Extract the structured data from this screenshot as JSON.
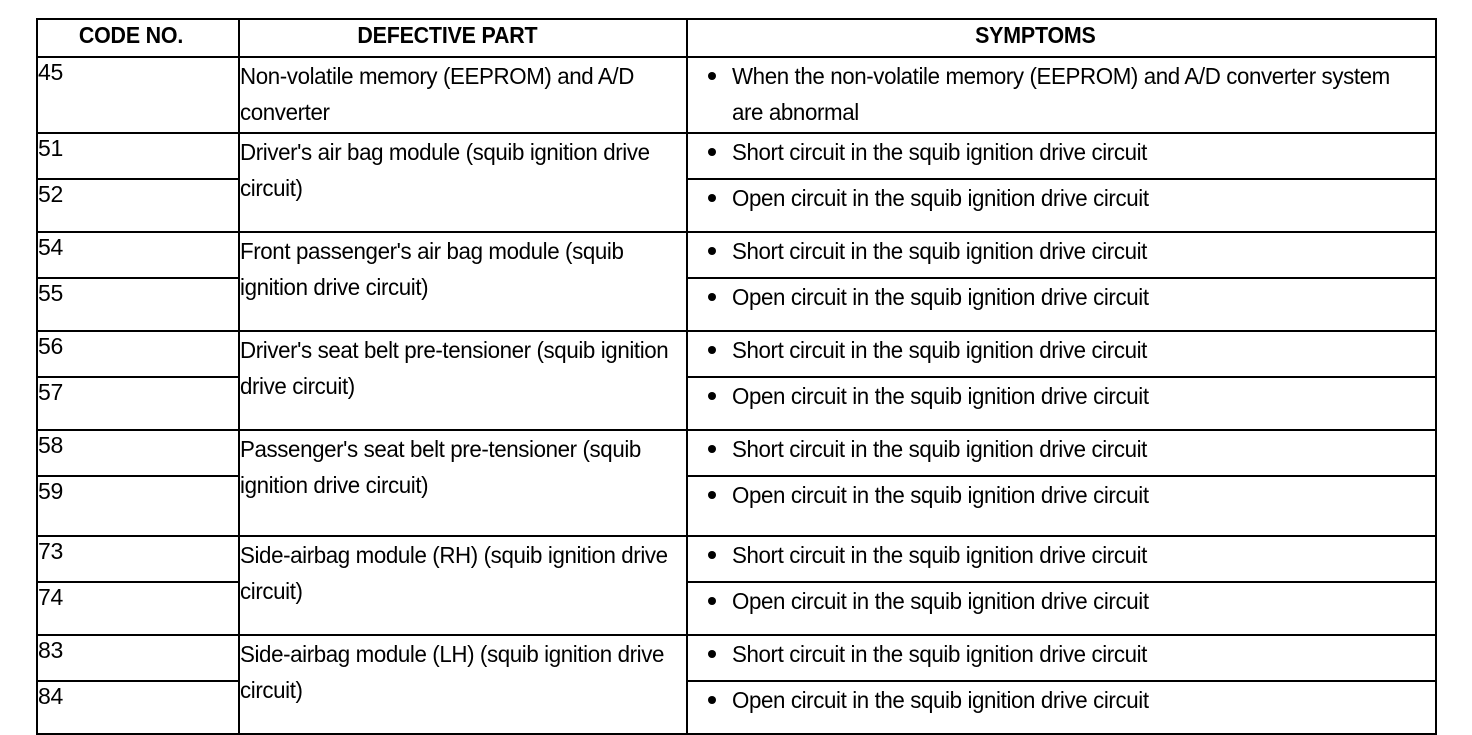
{
  "document": {
    "type": "diagnostic-trouble-code-table",
    "background_color": "#ffffff",
    "text_color": "#000000",
    "border_color": "#000000"
  },
  "table": {
    "headers": {
      "code": "CODE NO.",
      "part": "DEFECTIVE PART",
      "symptoms": "SYMPTOMS"
    },
    "groups": [
      {
        "part": "Non-volatile memory (EEPROM) and A/D converter",
        "rows": [
          {
            "code": "45",
            "symptom": "When the non-volatile memory (EEPROM) and A/D converter system are abnormal"
          }
        ]
      },
      {
        "part": "Driver's air bag module (squib ignition drive circuit)",
        "rows": [
          {
            "code": "51",
            "symptom": "Short circuit in the squib ignition drive circuit"
          },
          {
            "code": "52",
            "symptom": "Open circuit in the squib ignition drive circuit"
          }
        ]
      },
      {
        "part": "Front passenger's air bag module (squib ignition drive circuit)",
        "rows": [
          {
            "code": "54",
            "symptom": "Short circuit in the squib ignition drive circuit"
          },
          {
            "code": "55",
            "symptom": "Open circuit in the squib ignition drive circuit"
          }
        ]
      },
      {
        "part": "Driver's seat belt pre-tensioner (squib ignition drive circuit)",
        "rows": [
          {
            "code": "56",
            "symptom": "Short circuit in the squib ignition drive circuit"
          },
          {
            "code": "57",
            "symptom": "Open circuit in the squib ignition drive circuit"
          }
        ]
      },
      {
        "part": "Passenger's seat belt pre-tensioner (squib ignition drive circuit)",
        "rows": [
          {
            "code": "58",
            "symptom": "Short circuit in the squib ignition drive circuit"
          },
          {
            "code": "59",
            "symptom": "Open circuit in the squib ignition drive circuit"
          }
        ]
      },
      {
        "part": "Side-airbag module (RH) (squib ignition drive circuit)",
        "rows": [
          {
            "code": "73",
            "symptom": "Short circuit in the squib ignition drive circuit"
          },
          {
            "code": "74",
            "symptom": "Open circuit in the squib ignition drive circuit"
          }
        ]
      },
      {
        "part": "Side-airbag module (LH) (squib ignition drive circuit)",
        "rows": [
          {
            "code": "83",
            "symptom": "Short circuit in the squib ignition drive circuit"
          },
          {
            "code": "84",
            "symptom": "Open circuit in the squib ignition drive circuit"
          }
        ]
      }
    ]
  }
}
